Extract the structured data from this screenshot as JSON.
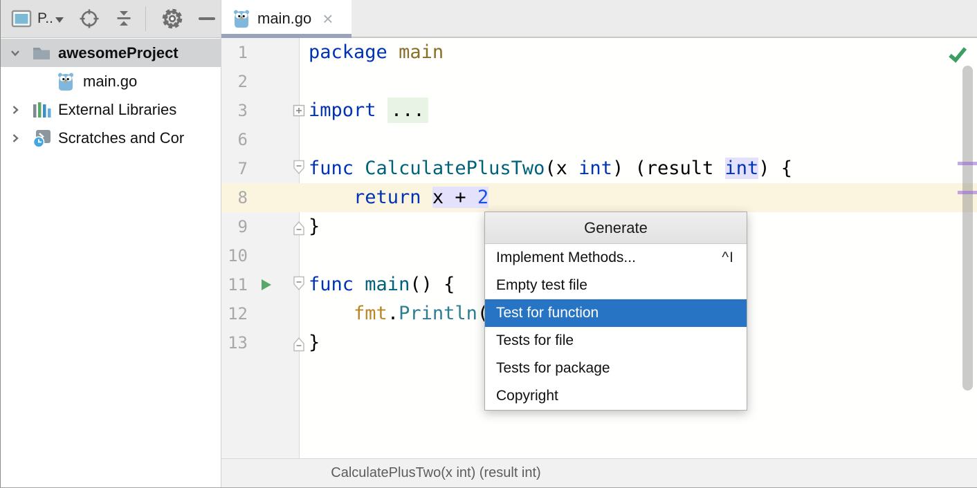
{
  "toolbar": {
    "project_selector": "P..",
    "icons": [
      "project-tool-window",
      "locate-file",
      "collapse-all",
      "settings-gear",
      "hide-panel"
    ]
  },
  "tab": {
    "title": "main.go",
    "close_glyph": "×"
  },
  "project_tree": {
    "items": [
      {
        "label": "awesomeProject",
        "type": "folder",
        "expanded": true,
        "selected": true
      },
      {
        "label": "main.go",
        "type": "go-file"
      },
      {
        "label": "External Libraries",
        "type": "libraries",
        "collapsed": true
      },
      {
        "label": "Scratches and Cor",
        "type": "scratches",
        "collapsed": true
      }
    ]
  },
  "editor": {
    "lines": [
      {
        "num": "1",
        "segs": [
          {
            "t": "package",
            "c": "kw"
          },
          {
            "t": " "
          },
          {
            "t": "main",
            "c": "pkg"
          }
        ]
      },
      {
        "num": "2",
        "segs": []
      },
      {
        "num": "3",
        "fold": "plus",
        "segs": [
          {
            "t": "import",
            "c": "kw"
          },
          {
            "t": " "
          },
          {
            "t": "...",
            "bg": "green"
          }
        ]
      },
      {
        "num": "6",
        "segs": []
      },
      {
        "num": "7",
        "fold": "down",
        "segs": [
          {
            "t": "func",
            "c": "kw"
          },
          {
            "t": " "
          },
          {
            "t": "CalculatePlusTwo",
            "c": "fn"
          },
          {
            "t": "(x "
          },
          {
            "t": "int",
            "c": "kw"
          },
          {
            "t": ") (result "
          },
          {
            "t": "int",
            "c": "kw",
            "bg": "lav"
          },
          {
            "t": ") {"
          }
        ]
      },
      {
        "num": "8",
        "current": true,
        "segs": [
          {
            "t": "    "
          },
          {
            "t": "return",
            "c": "kw"
          },
          {
            "t": " "
          },
          {
            "t": "x + ",
            "bg": "lav"
          },
          {
            "t": "2",
            "c": "num",
            "bg": "lav"
          }
        ]
      },
      {
        "num": "9",
        "fold": "up",
        "segs": [
          {
            "t": "}"
          }
        ]
      },
      {
        "num": "10",
        "segs": []
      },
      {
        "num": "11",
        "fold": "down",
        "run": true,
        "segs": [
          {
            "t": "func",
            "c": "kw"
          },
          {
            "t": " "
          },
          {
            "t": "main",
            "c": "fn"
          },
          {
            "t": "() {"
          }
        ]
      },
      {
        "num": "12",
        "segs": [
          {
            "t": "    "
          },
          {
            "t": "fmt",
            "c": "fmt"
          },
          {
            "t": "."
          },
          {
            "t": "Println",
            "c": "call"
          },
          {
            "t": "("
          }
        ]
      },
      {
        "num": "13",
        "fold": "up",
        "segs": [
          {
            "t": "}"
          }
        ]
      }
    ]
  },
  "generate_menu": {
    "title": "Generate",
    "items": [
      {
        "label": "Implement Methods...",
        "shortcut": "^I"
      },
      {
        "label": "Empty test file",
        "shortcut": ""
      },
      {
        "label": "Test for function",
        "shortcut": "",
        "selected": true
      },
      {
        "label": "Tests for file",
        "shortcut": ""
      },
      {
        "label": "Tests for package",
        "shortcut": ""
      },
      {
        "label": "Copyright",
        "shortcut": ""
      }
    ]
  },
  "status_bar": {
    "context_info": "CalculatePlusTwo(x int) (result int)"
  },
  "colors": {
    "menu_selection_blue": "#2874C4",
    "keyword_blue": "#0033B3",
    "function_teal": "#00627A",
    "number_blue": "#1750EB",
    "package_gold": "#8A6E28",
    "fmt_gold": "#BB8623",
    "identifier_highlight_lavender": "#E3E1FC",
    "current_line_cream": "#FBF5DF",
    "folded_region_green": "#E9F3E5",
    "run_green": "#59A869",
    "inspections_ok_green": "#3C9E62",
    "error_stripe_purple": "#9760D8",
    "active_tab_underline": "#9AA3BC"
  }
}
